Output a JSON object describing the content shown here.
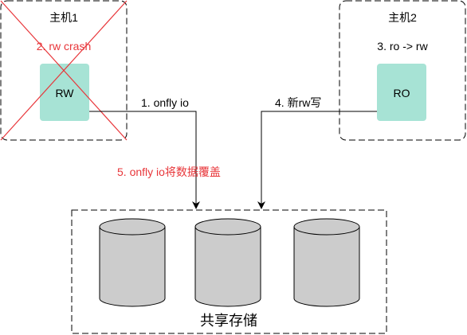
{
  "host1": {
    "title": "主机1",
    "node_label": "RW",
    "status_note": "2. rw crash"
  },
  "host2": {
    "title": "主机2",
    "node_label": "RO",
    "status_note": "3. ro -> rw"
  },
  "edges": {
    "onfly_io": "1. onfly io",
    "new_rw_write": "4. 新rw写",
    "overwrite": "5. onfly io将数据覆盖"
  },
  "storage": {
    "title": "共享存储",
    "disk_count": 3
  },
  "colors": {
    "alert": "#e8363a",
    "node_fill": "#a7e3d5",
    "disk_fill": "#cccccc",
    "line": "#000000"
  }
}
